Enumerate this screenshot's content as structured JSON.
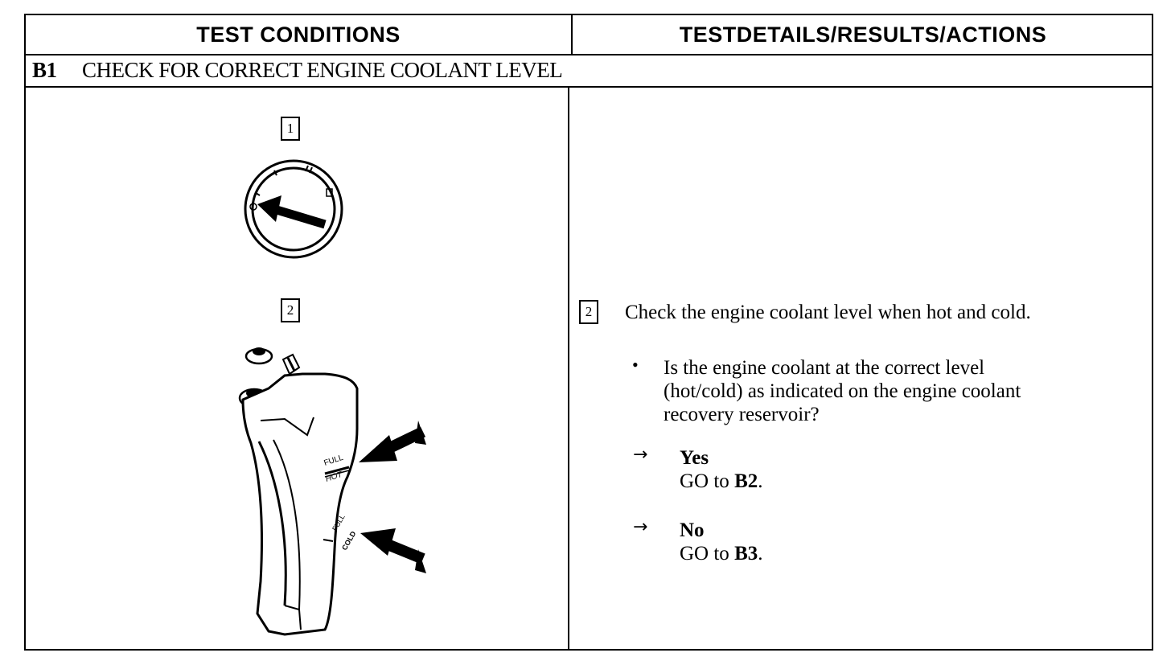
{
  "table": {
    "col_left_header": "TEST CONDITIONS",
    "col_right_header": "TESTDETAILS/RESULTS/ACTIONS"
  },
  "section": {
    "id": "B1",
    "title": "CHECK FOR CORRECT ENGINE COOLANT LEVEL"
  },
  "left": {
    "step1_label": "1",
    "step2_label": "2",
    "ignition_icon": "ignition-switch-icon",
    "reservoir_icon": "coolant-reservoir-icon",
    "reservoir_labels": {
      "full_hot_top": "FULL",
      "full_hot_bottom": "HOT",
      "full_cold_top": "FULL",
      "full_cold_bottom": "COLD"
    }
  },
  "right": {
    "step_label": "2",
    "instruction": "Check the engine coolant level when hot and cold.",
    "question_line1": "Is the engine coolant at the correct level",
    "question_line2": "(hot/cold) as indicated on the engine coolant",
    "question_line3": "recovery reservoir?",
    "yes_label": "Yes",
    "yes_action_prefix": "GO to",
    "yes_action_target": "B2",
    "no_label": "No",
    "no_action_prefix": "GO to",
    "no_action_target": "B3",
    "period": "."
  }
}
